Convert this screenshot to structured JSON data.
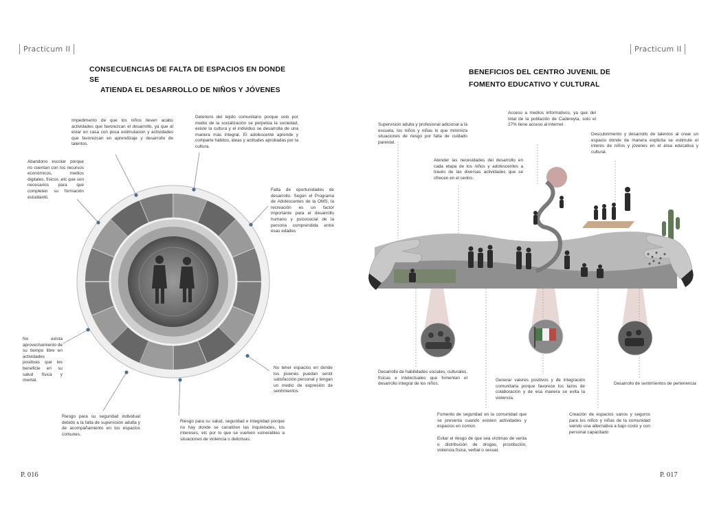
{
  "left": {
    "header": "Practicum II",
    "title_line1": "CONSECUENCIAS DE FALTA DE ESPACIOS EN DONDE SE",
    "title_line2": "ATIENDA EL DESARROLLO DE  NIÑOS Y JÓVENES",
    "items": [
      "Impedimento de que los niños lleven acabo actividades que favorezcan el desarrollo, ya que al estar en casa con poca estimulacion y actividades que favorezcan en aprendizaje y desarrollo de talentos.",
      "Deterioro del tejido comunitario porque solo por medio de la socialización se perpetúa la sociedad, existe la cultura y el individuo se desarrolla de una manera más integral. El adolescente aprende y comparte hábitos, ideas y actitudes aprobadas por la cultura.",
      "Abandono escolar porque no cuentan con los recursos económicos, medios digitales, físicos ,etc que son necesarios para que completen su formación estudiantil.",
      "Falta de oportunidades de desarrollo. Según el Programa de Adolescentes de la OMS, la recreación es un factor importante para el desarrollo humano y psicosocial de la persona comprendida entre esas edades",
      "No exista aprovechamiento de su tiempo libre en actividades positivas que les beneficie en su salud física y mental.",
      "No tener espacios en donde los jóvenes puedan sentir satisfacción personal y tengan un medio de expresión de sentimientos",
      "Riesgo para su seguridad individual debido a la falta de supervisión adulta y de acompañamiento en los espacios comunes.",
      "Riesgo para su salud, seguridad e integridad porque no hay donde se canalizen las inquietudes, los intereses, etc por lo que se vuelven vulnerables a situaciones de violencia o delictivas."
    ],
    "page_number": "P. 016"
  },
  "right": {
    "header": "Practicum II",
    "title_line1": "BENEFICIOS DEL CENTRO JUVENIL DE",
    "title_line2": "FOMENTO EDUCATIVO Y CULTURAL",
    "top_items": [
      "Supervisión adulta y profesional adicional a la escuela, los niños y niñas lo que minimiza situaciones de riesgo por falta de cuidado parental.",
      "Acceso a medios informativos, ya que del total de la población de Cadereyta, solo el 27% tiene acceso al internet",
      "Descubrimiento y desarrollo de talentos al crear un espacio donde de manera explicita se estimule el interés de niños y jóvenes en el área educativa y cultural.",
      "Atender las necesidades del desarrollo en cada etapa de los niños y adolescentes a través de las diversas actividades que se ofrecen en el centro."
    ],
    "bottom_items": [
      "Desarrollo de habilidades sociales, culturales, físicas e intelectuales que fomentan el desarrollo integral de los niños.",
      "Generar valores positivos y de integración comunitaria porque favorece los lazos de colaboración y de esa manera se evita la violencia.",
      "Desarrollo de sentimientos de pertenencia",
      "Fomento de seguridad en la comunidad que se presenta cuando existen actividades y espacios en común.",
      "Evitar el riesgo de que sea víctimas de venta o distribución de drogas, prostitución, violencia física, verbal o sexual.",
      "Creación de espacios sanos y seguros para los niños y niñas de la comunidad siendo una alternativa a bajo costo y con personal capacitado"
    ],
    "page_number": "P. 017"
  },
  "colors": {
    "accent_blue": "#4f6f8a",
    "accent_rose": "#c9a6a2",
    "ink": "#222222"
  }
}
